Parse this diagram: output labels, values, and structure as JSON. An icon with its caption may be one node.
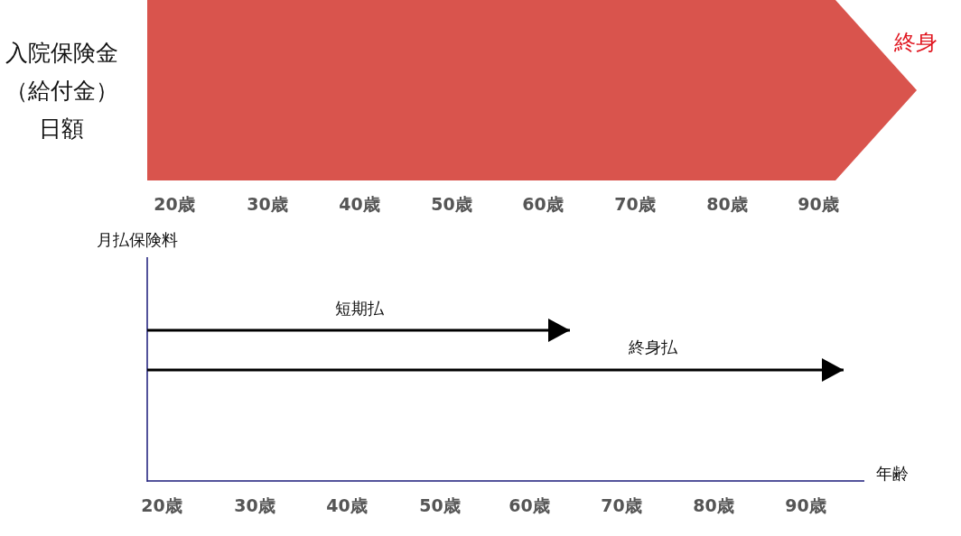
{
  "diagram": {
    "nodes": [
      {
        "text": [],
        "shape": "bar",
        "beside": [
          "終身"
        ]
      }
    ],
    "labels": [
      "入院保険金（給付金）日額",
      "20歳",
      "30歳",
      "40歳",
      "50歳",
      "60歳",
      "70歳",
      "80歳",
      "90歳",
      "月払保険料",
      "短期払",
      "終身払",
      "年齢",
      "20歳",
      "30歳",
      "40歳",
      "50歳",
      "60歳",
      "70歳",
      "80歳",
      "90歳"
    ]
  }
}
